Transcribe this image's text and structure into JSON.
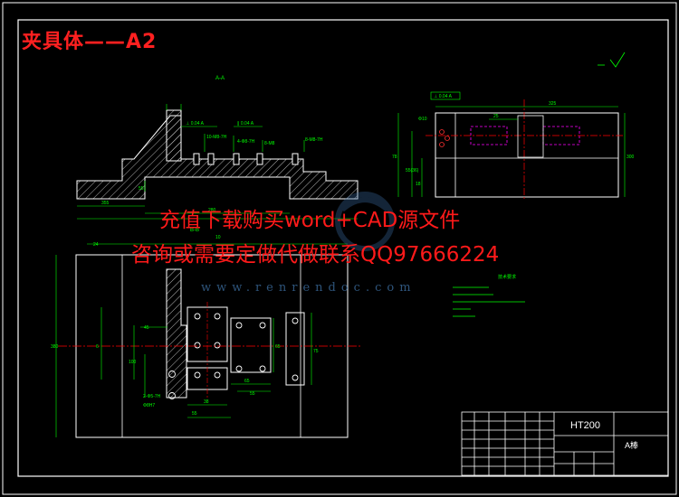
{
  "drawing": {
    "title": "夹具体——A2",
    "section_label_top": "A-A",
    "section_label_bottom": "B-B",
    "material": "HT200",
    "part_name": "A棒",
    "notes_heading": "技术要求"
  },
  "overlay": {
    "promo_line1": "充值下载购买word+CAD源文件",
    "promo_line2": "咨询或需要定做代做联系QQ97666224",
    "site_watermark": "www.renrendoc.com"
  },
  "colors": {
    "background": "#000000",
    "outline": "#ffffff",
    "dimension": "#00ff00",
    "title_red": "#ff2020",
    "centerline": "#ff0000",
    "hidden": "#ff00ff",
    "yellow": "#ffff00",
    "cyan": "#00ffff"
  }
}
